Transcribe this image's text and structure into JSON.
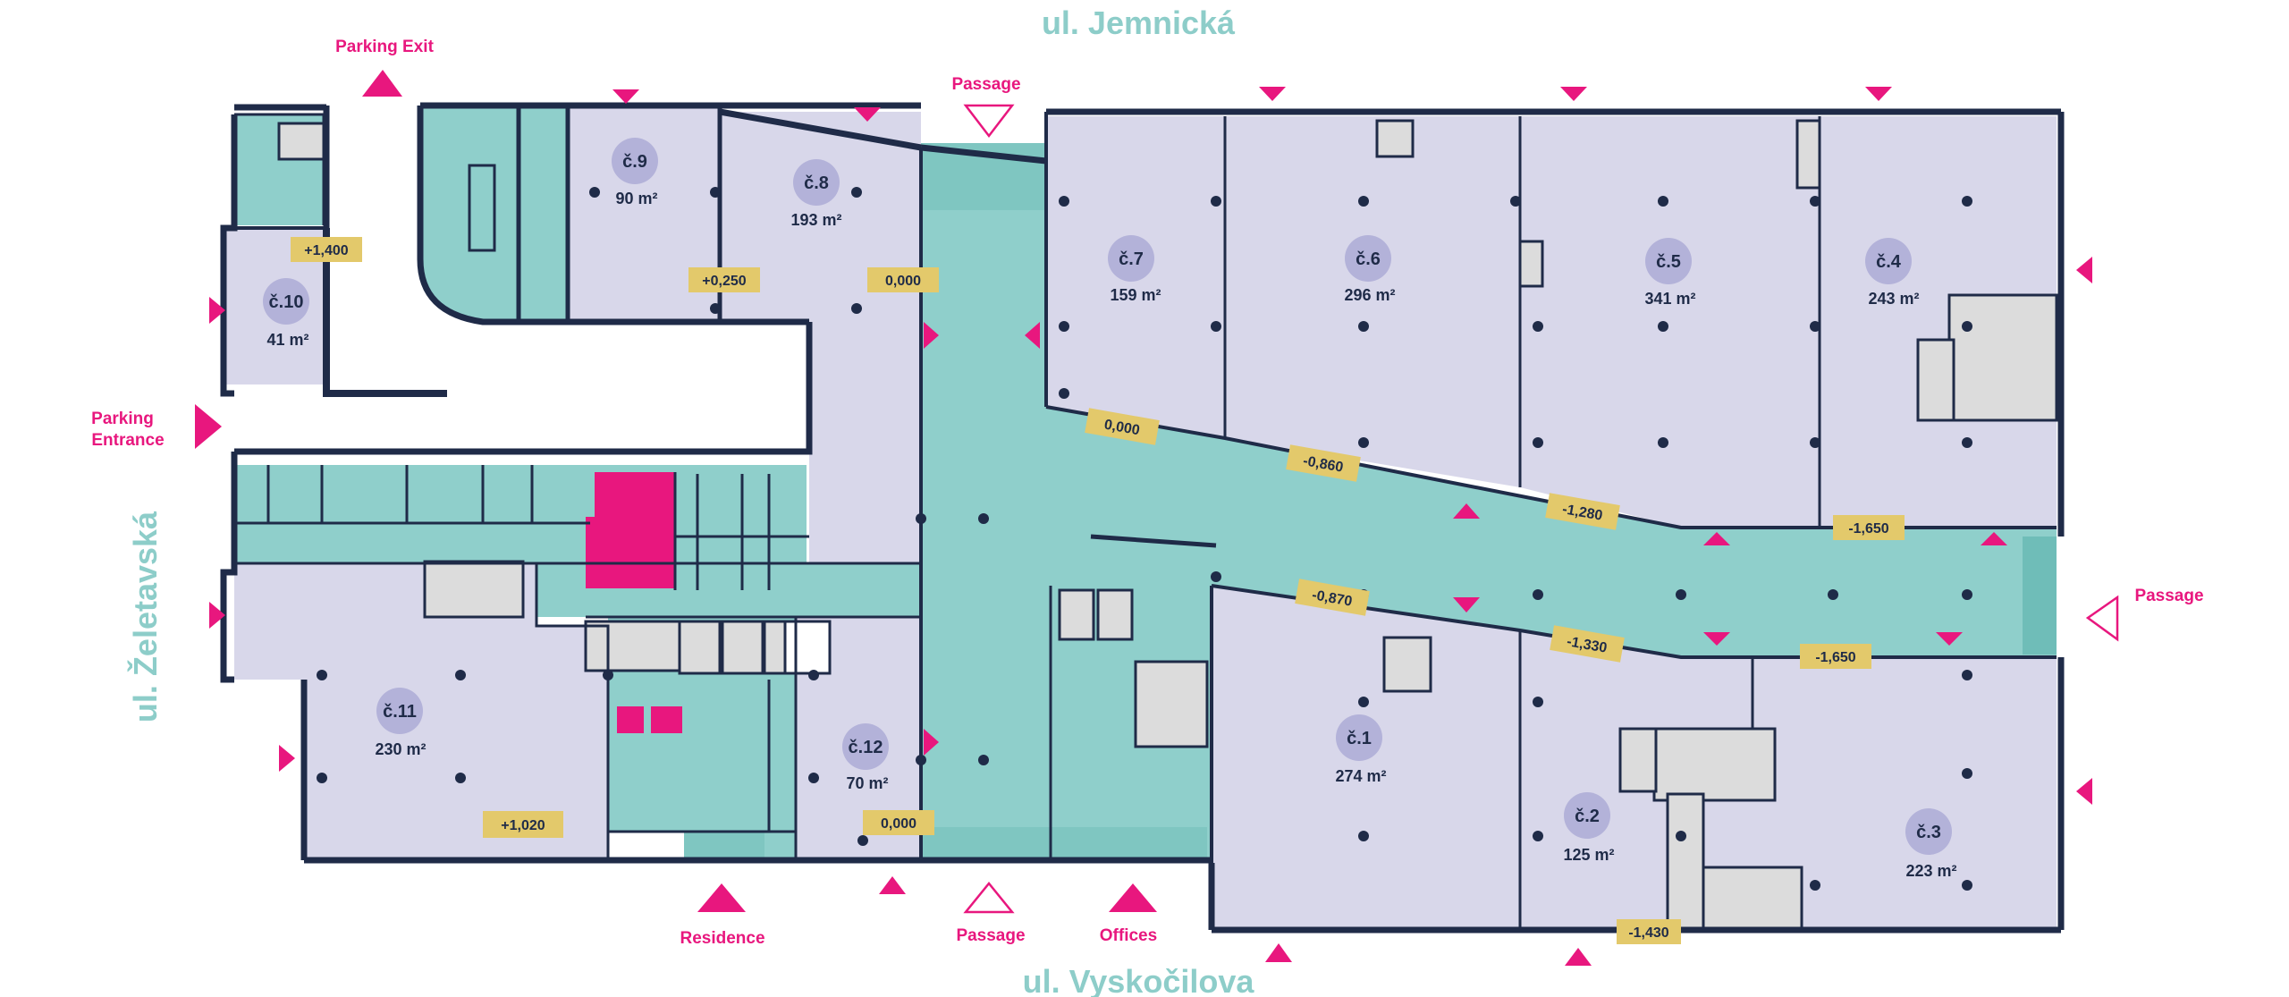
{
  "colors": {
    "unit_fill": "#d8d7ea",
    "common_fill": "#8fcfcb",
    "wall": "#1f2b48",
    "accent": "#e8177e",
    "badge": "#b3b2d9",
    "level_badge": "#e3c96b",
    "street_text": "#8dcdc9",
    "stair_fill": "#dcdcdc"
  },
  "streets": {
    "north": "ul. Jemnická",
    "south": "ul. Vyskočilova",
    "west": "ul. Želetavská"
  },
  "access_labels": {
    "parking_exit": "Parking Exit",
    "parking_entrance_1": "Parking",
    "parking_entrance_2": "Entrance",
    "passage_top": "Passage",
    "passage_right": "Passage",
    "passage_bottom": "Passage",
    "residence": "Residence",
    "offices": "Offices"
  },
  "units": [
    {
      "id": "č.10",
      "area": "41 m²"
    },
    {
      "id": "č.9",
      "area": "90 m²"
    },
    {
      "id": "č.8",
      "area": "193 m²"
    },
    {
      "id": "č.7",
      "area": "159 m²"
    },
    {
      "id": "č.6",
      "area": "296 m²"
    },
    {
      "id": "č.5",
      "area": "341 m²"
    },
    {
      "id": "č.4",
      "area": "243 m²"
    },
    {
      "id": "č.11",
      "area": "230 m²"
    },
    {
      "id": "č.12",
      "area": "70 m²"
    },
    {
      "id": "č.1",
      "area": "274 m²"
    },
    {
      "id": "č.2",
      "area": "125 m²"
    },
    {
      "id": "č.3",
      "area": "223 m²"
    }
  ],
  "levels": [
    "+1,400",
    "+0,250",
    "0,000",
    "0,000",
    "-0,860",
    "-1,280",
    "-1,650",
    "-0,870",
    "-1,330",
    "-1,650",
    "+1,020",
    "0,000",
    "-1,430"
  ]
}
